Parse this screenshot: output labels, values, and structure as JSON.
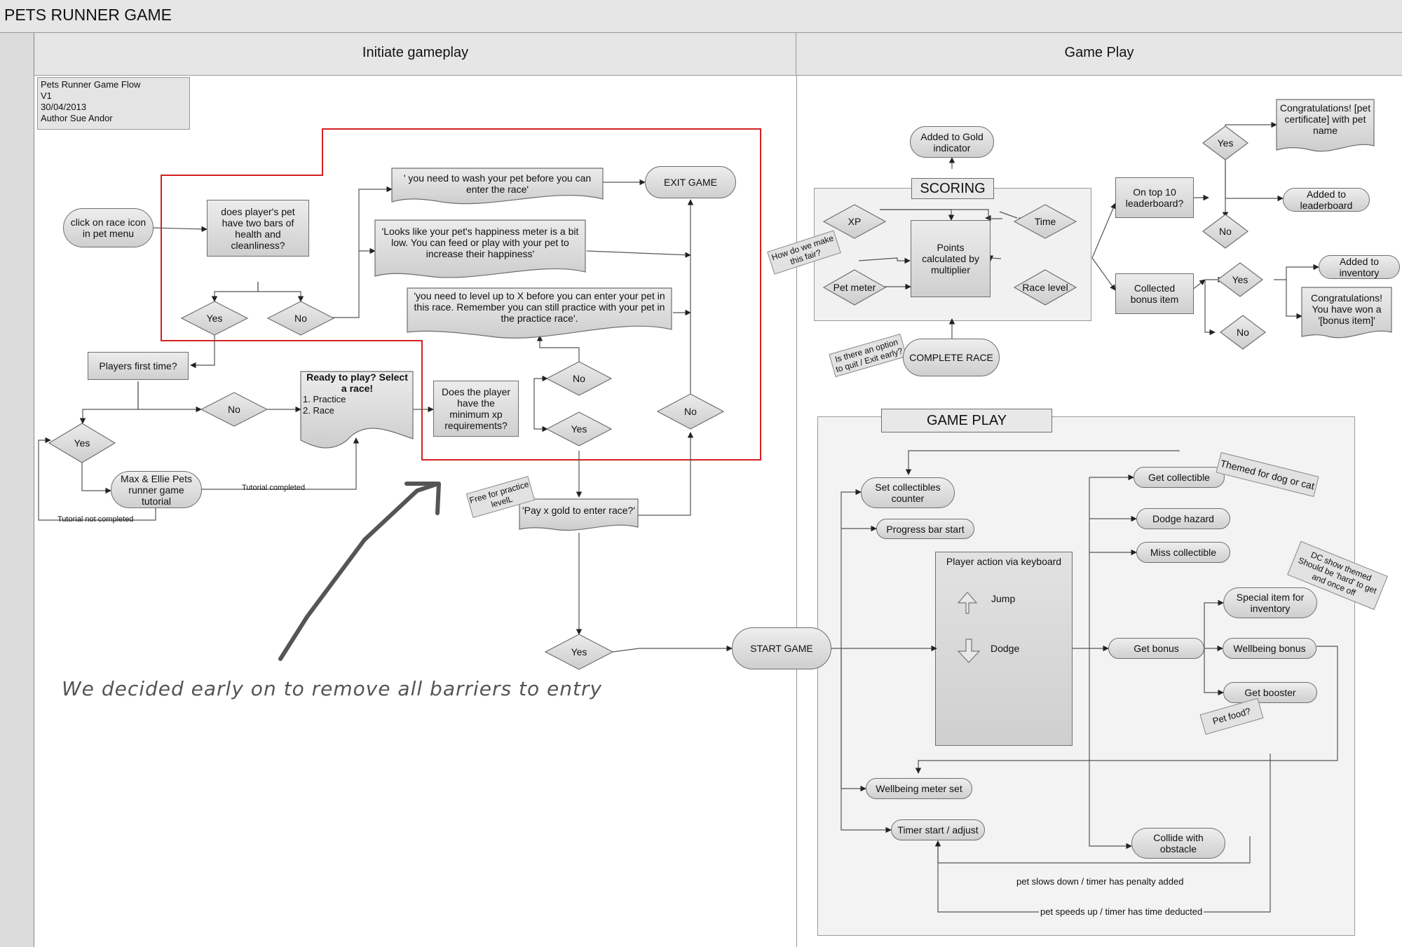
{
  "title": "PETS RUNNER GAME",
  "lanes": {
    "left": "Initiate gameplay",
    "right": "Game Play"
  },
  "meta": {
    "line1": "Pets Runner Game Flow",
    "line2": "V1",
    "line3": "30/04/2013",
    "line4": "Author Sue Andor"
  },
  "left": {
    "start": "click on race icon in pet menu",
    "health_q": "does player's pet have two bars of health and cleanliness?",
    "health_yes": "Yes",
    "health_no": "No",
    "wash_msg": "' you need to wash your pet before you can enter the race'",
    "happy_msg": "'Looks like your pet's happiness meter is a bit low. You can feed or play with your pet to increase their happiness'",
    "level_msg": "'you need to level up to X before you can enter your pet in this race. Remember you can still practice with your pet in the practice race'.",
    "exit": "EXIT GAME",
    "first_time": "Players first time?",
    "first_no": "No",
    "first_yes": "Yes",
    "ready_title": "Ready to play? Select a race!",
    "ready_opt1": "1. Practice",
    "ready_opt2": "2. Race",
    "xp_q": "Does the player have the minimum xp requirements?",
    "xp_no": "No",
    "xp_yes": "Yes",
    "right_no": "No",
    "tutorial": "Max & Ellie Pets runner game tutorial",
    "tut_done": "Tutorial completed",
    "tut_not": "Tutorial not completed",
    "free_note": "Free for practice levelL",
    "pay_msg": "'Pay x gold to enter race?'",
    "pay_yes": "Yes",
    "handwriting": "We decided early on to remove all barriers to entry"
  },
  "right": {
    "gold": "Added to Gold indicator",
    "scoring": "SCORING",
    "xp": "XP",
    "time": "Time",
    "pet_meter": "Pet meter",
    "race_level": "Race level",
    "points": "Points calculated by multiplier",
    "fair_note": "How do we make this fair?",
    "top10": "On top 10 leaderboard?",
    "top10_yes": "Yes",
    "top10_no": "No",
    "congrats_cert": "Congratulations! [pet certificate] with pet name",
    "added_lb": "Added to leaderboard",
    "bonus_item": "Collected bonus item",
    "bonus_yes": "Yes",
    "bonus_no": "No",
    "added_inv": "Added to inventory",
    "congrats_bonus": "Congratulations! You have won a '[bonus item]'",
    "quit_note": "Is there an option to quit / Exit early?",
    "complete": "COMPLETE RACE",
    "game_play": "GAME PLAY",
    "set_coll": "Set collectibles counter",
    "progress": "Progress bar start",
    "player_action": "Player action via keyboard",
    "jump": "Jump",
    "dodge": "Dodge",
    "get_coll": "Get collectible",
    "themed_note": "Themed for dog or cat",
    "dodge_hazard": "Dodge hazard",
    "miss_coll": "Miss collectible",
    "dc_note": "DC show themed Should be 'hard' to get and once off",
    "special": "Special item for inventory",
    "get_bonus": "Get bonus",
    "wellbeing_bonus": "Wellbeing bonus",
    "get_booster": "Get booster",
    "petfood_note": "Pet food?",
    "start_game": "START GAME",
    "wellbeing_meter": "Wellbeing meter set",
    "timer": "Timer start / adjust",
    "collide": "Collide with obstacle",
    "slow_text": "pet slows down / timer has penalty added",
    "speed_text": "pet speeds up  / timer has time deducted"
  },
  "colors": {
    "accent_red": "#d42020",
    "line": "#555555",
    "fill": "#d9d9d9"
  }
}
